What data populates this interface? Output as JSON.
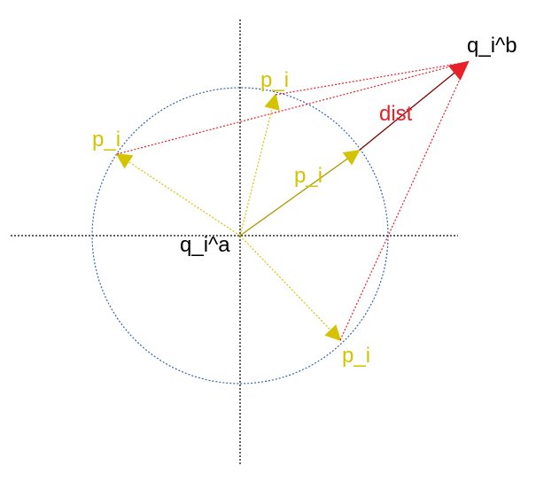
{
  "labels": {
    "q_a": "q_i^a",
    "q_b": "q_i^b",
    "dist": "dist",
    "p_top": "p_i",
    "p_left": "p_i",
    "p_main": "p_i",
    "p_bottom": "p_i"
  },
  "colors": {
    "axis": "#000000",
    "circle": "#3465a4",
    "p_vector": "#d4c300",
    "dist_dashed": "#e8202a",
    "dist_solid": "#7a0000",
    "arrowhead_qb": "#e8202a",
    "label_dark": "#000000",
    "label_red": "#e8202a",
    "label_yellow": "#d4c300"
  }
}
